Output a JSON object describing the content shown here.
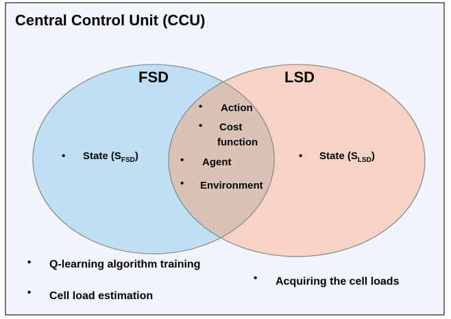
{
  "frame": {
    "title": "Central Control Unit (CCU)",
    "background": "#f2f5fb",
    "border": "#4a4a4a"
  },
  "sets": {
    "fsd": {
      "label": "FSD",
      "fill": "#bfe0f4",
      "items": [
        {
          "main": "State (S",
          "sub": "FSD",
          "close": ")"
        }
      ]
    },
    "lsd": {
      "label": "LSD",
      "fill": "#f6d3c4",
      "items": [
        {
          "main": "State (S",
          "sub": "LSD",
          "close": ")"
        }
      ]
    },
    "overlap": {
      "fill": "#d9c3b6",
      "items": [
        "Action",
        "Cost",
        "function",
        "Agent",
        "Environment"
      ]
    }
  },
  "bullet_glyph": "•",
  "bottom_items": {
    "left": [
      "Q-learning algorithm training",
      "Cell load estimation"
    ],
    "right": [
      "Acquiring the cell loads"
    ]
  }
}
